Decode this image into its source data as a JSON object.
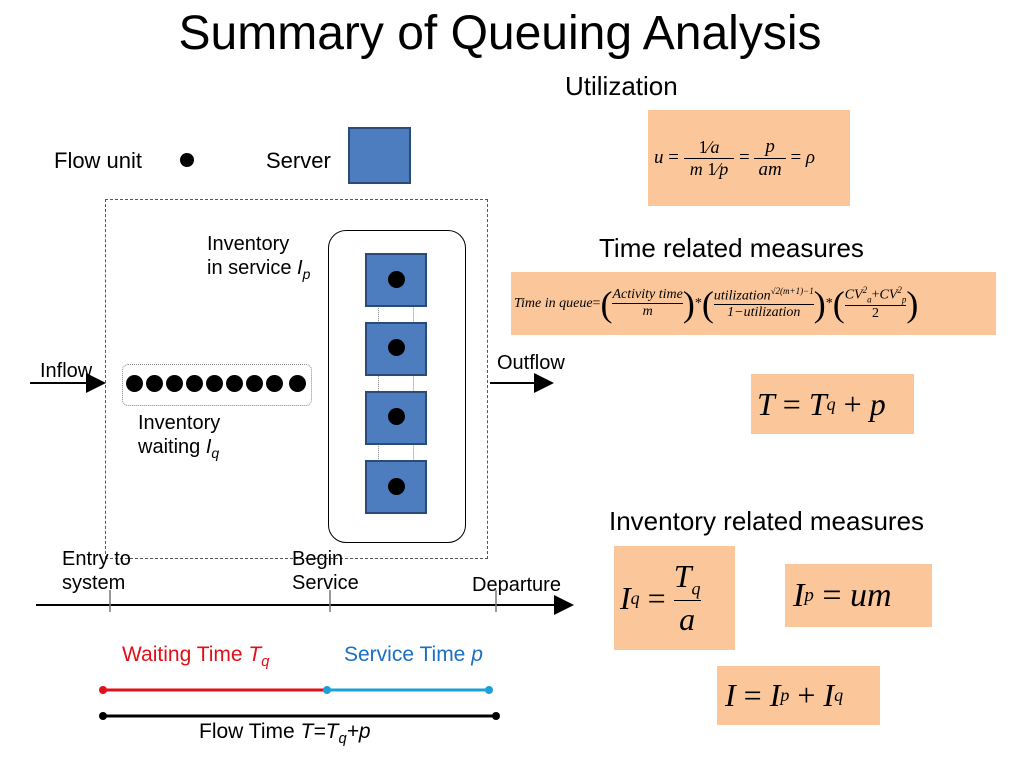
{
  "title": "Summary of Queuing  Analysis",
  "legend": {
    "flow_unit": "Flow unit",
    "server": "Server"
  },
  "diagram": {
    "inventory_service_1": "Inventory",
    "inventory_service_2": "in service ",
    "inventory_service_var": "I",
    "inventory_service_sub": "p",
    "inventory_waiting_1": "Inventory",
    "inventory_waiting_2": "waiting ",
    "inventory_waiting_var": "I",
    "inventory_waiting_sub": "q",
    "inflow": "Inflow",
    "outflow": "Outflow"
  },
  "timeline": {
    "entry_1": "Entry to",
    "entry_2": "system",
    "begin_1": "Begin",
    "begin_2": "Service",
    "departure": "Departure",
    "waiting_label": "Waiting Time ",
    "waiting_var": "T",
    "waiting_sub": "q",
    "service_label": "Service Time ",
    "service_var": "p",
    "flow_label": "Flow Time ",
    "flow_eq_T": "T=T",
    "flow_eq_sub": "q",
    "flow_eq_p": "+p"
  },
  "colors": {
    "server": "#4e7dbf",
    "formula_bg": "#fbc79a",
    "waiting": "#e0101a",
    "service": "#1ba0d8"
  },
  "headings": {
    "utilization": "Utilization",
    "time_measures": "Time related measures",
    "inventory_measures": "Inventory related measures"
  },
  "formulas": {
    "util": {
      "u": "u",
      "eq": "=",
      "one": "1",
      "a": "a",
      "m": "m",
      "p": "p",
      "am": "am",
      "rho": "ρ"
    },
    "queue": {
      "lhs": "Time in queue",
      "eq": "=",
      "activity_time": "Activity time",
      "m": "m",
      "utilization": "utilization",
      "exponent": "√2(m+1)−1",
      "one_minus_util": "1−utilization",
      "cv_num": "CV",
      "a": "a",
      "p": "p",
      "two": "2",
      "sq": "2",
      "plus": "+",
      "times": "*"
    },
    "flow": {
      "T": "T",
      "eq": "=",
      "Tq": "T",
      "q": "q",
      "plus": "+",
      "p": "p"
    },
    "iq": {
      "I": "I",
      "q": "q",
      "eq": "=",
      "T": "T",
      "a": "a"
    },
    "ip": {
      "I": "I",
      "p": "p",
      "eq": "=",
      "um": "um"
    },
    "itotal": {
      "I": "I",
      "eq": "=",
      "Ip": "I",
      "p": "p",
      "plus": "+",
      "Iq": "I",
      "q": "q"
    }
  }
}
